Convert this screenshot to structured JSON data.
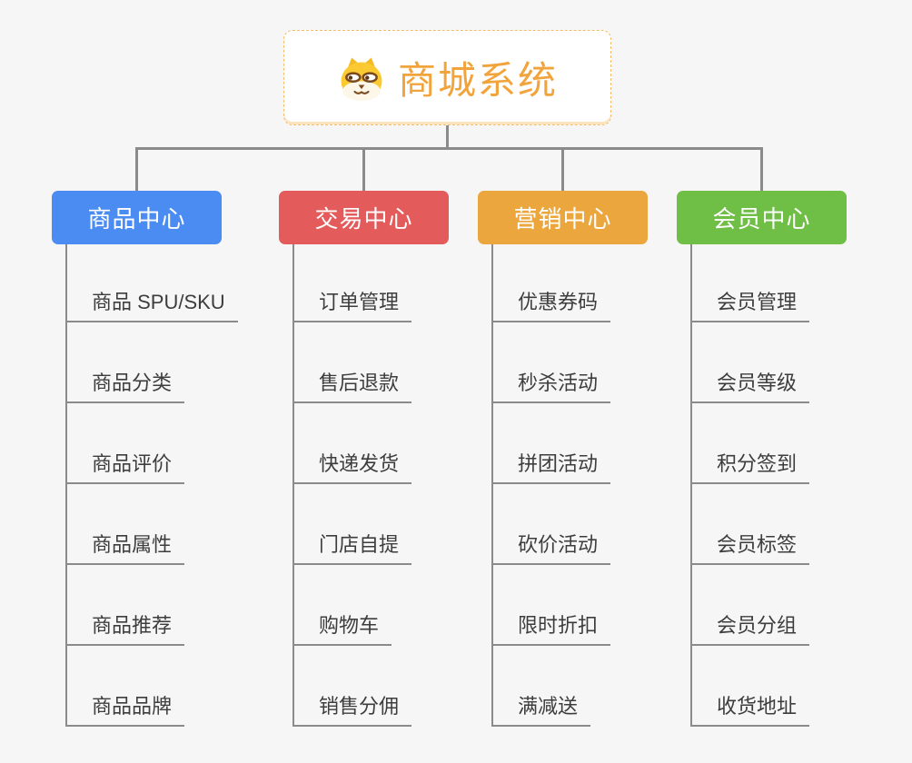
{
  "root": {
    "title": "商城系统",
    "icon": "dog-face-icon",
    "text_color": "#f2a43c",
    "border_color": "#f2bc6b",
    "background": "#ffffff"
  },
  "connectors": {
    "color": "#8b8b8b"
  },
  "canvas_background": "#f6f6f6",
  "branches": [
    {
      "label": "商品中心",
      "color": "#4a8cf2",
      "items": [
        "商品 SPU/SKU",
        "商品分类",
        "商品评价",
        "商品属性",
        "商品推荐",
        "商品品牌"
      ]
    },
    {
      "label": "交易中心",
      "color": "#e35b5b",
      "items": [
        "订单管理",
        "售后退款",
        "快递发货",
        "门店自提",
        "购物车",
        "销售分佣"
      ]
    },
    {
      "label": "营销中心",
      "color": "#eba73e",
      "items": [
        "优惠券码",
        "秒杀活动",
        "拼团活动",
        "砍价活动",
        "限时折扣",
        "满减送"
      ]
    },
    {
      "label": "会员中心",
      "color": "#6fbe45",
      "items": [
        "会员管理",
        "会员等级",
        "积分签到",
        "会员标签",
        "会员分组",
        "收货地址"
      ]
    }
  ]
}
